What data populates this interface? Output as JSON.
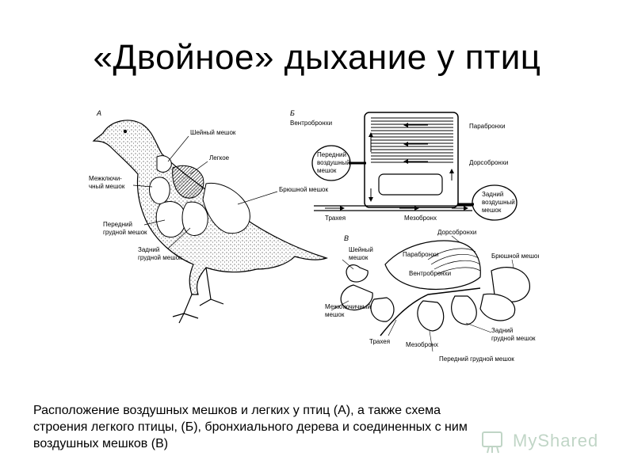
{
  "slide": {
    "title": "«Двойное» дыхание у птиц"
  },
  "figure": {
    "panel_a": {
      "letter": "А",
      "labels": {
        "neck_sac": "Шейный мешок",
        "lung": "Легкое",
        "interclavicular_sac_1": "Межключи-",
        "interclavicular_sac_2": "чный мешок",
        "abdominal_sac": "Брюшной мешок",
        "anterior_thoracic_1": "Передний",
        "anterior_thoracic_2": "грудной мешок",
        "posterior_thoracic_1": "Задний",
        "posterior_thoracic_2": "грудной мешок"
      }
    },
    "panel_b": {
      "letter": "Б",
      "labels": {
        "ventrobronchi": "Вентробронхи",
        "parabronchi": "Парабронхи",
        "dorsobronchi": "Дорсобронхи",
        "anterior_air_sac_1": "Передний",
        "anterior_air_sac_2": "воздушный",
        "anterior_air_sac_3": "мешок",
        "posterior_air_sac_1": "Задний",
        "posterior_air_sac_2": "воздушный",
        "posterior_air_sac_3": "мешок",
        "trachea": "Трахея",
        "mesobronchus": "Мезобронх"
      }
    },
    "panel_c": {
      "letter": "В",
      "labels": {
        "dorsobronchi": "Дорсобронхи",
        "neck_sac_1": "Шейный",
        "neck_sac_2": "мешок",
        "parabronchi": "Парабронхи",
        "abdominal_sac": "Брюшной мешок",
        "ventrobronchi": "Вентробронхи",
        "interclavicular_sac_1": "Межключичный",
        "interclavicular_sac_2": "мешок",
        "posterior_thoracic_1": "Задний",
        "posterior_thoracic_2": "грудной мешок",
        "trachea": "Трахея",
        "mesobronchus": "Мезобронх",
        "anterior_thoracic": "Передний грудной мешок"
      }
    }
  },
  "caption": {
    "line1": "Расположение воздушных мешков и легких у птиц (А), а также схема",
    "line2": "строения легкого птицы, (Б), бронхиального дерева и соединенных с ним",
    "line3": "воздушных мешков (В)"
  },
  "watermark": {
    "text": "MyShared",
    "icon": "myshared-logo-icon",
    "color": "#4e8a5e"
  }
}
